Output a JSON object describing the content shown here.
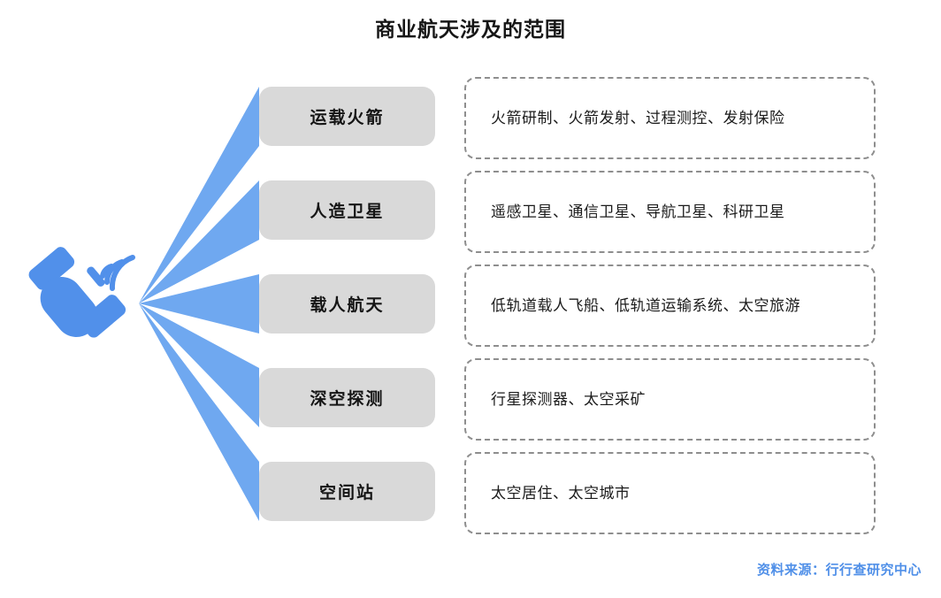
{
  "title": "商业航天涉及的范围",
  "colors": {
    "accent_blue": "#5190ea",
    "ray_blue": "#6fa8f0",
    "box_gray": "#d9d9d9",
    "dashed_border": "#8e8e8e",
    "source_blue": "#4f8fe8"
  },
  "icon": {
    "name": "satellite-icon",
    "color": "#5190ea"
  },
  "rows": [
    {
      "category": "运载火箭",
      "description": "火箭研制、火箭发射、过程测控、发射保险"
    },
    {
      "category": "人造卫星",
      "description": "遥感卫星、通信卫星、导航卫星、科研卫星"
    },
    {
      "category": "载人航天",
      "description": "低轨道载人飞船、低轨道运输系统、太空旅游"
    },
    {
      "category": "深空探测",
      "description": "行星探测器、太空采矿"
    },
    {
      "category": "空间站",
      "description": "太空居住、太空城市"
    }
  ],
  "source": "资料来源：行行查研究中心"
}
